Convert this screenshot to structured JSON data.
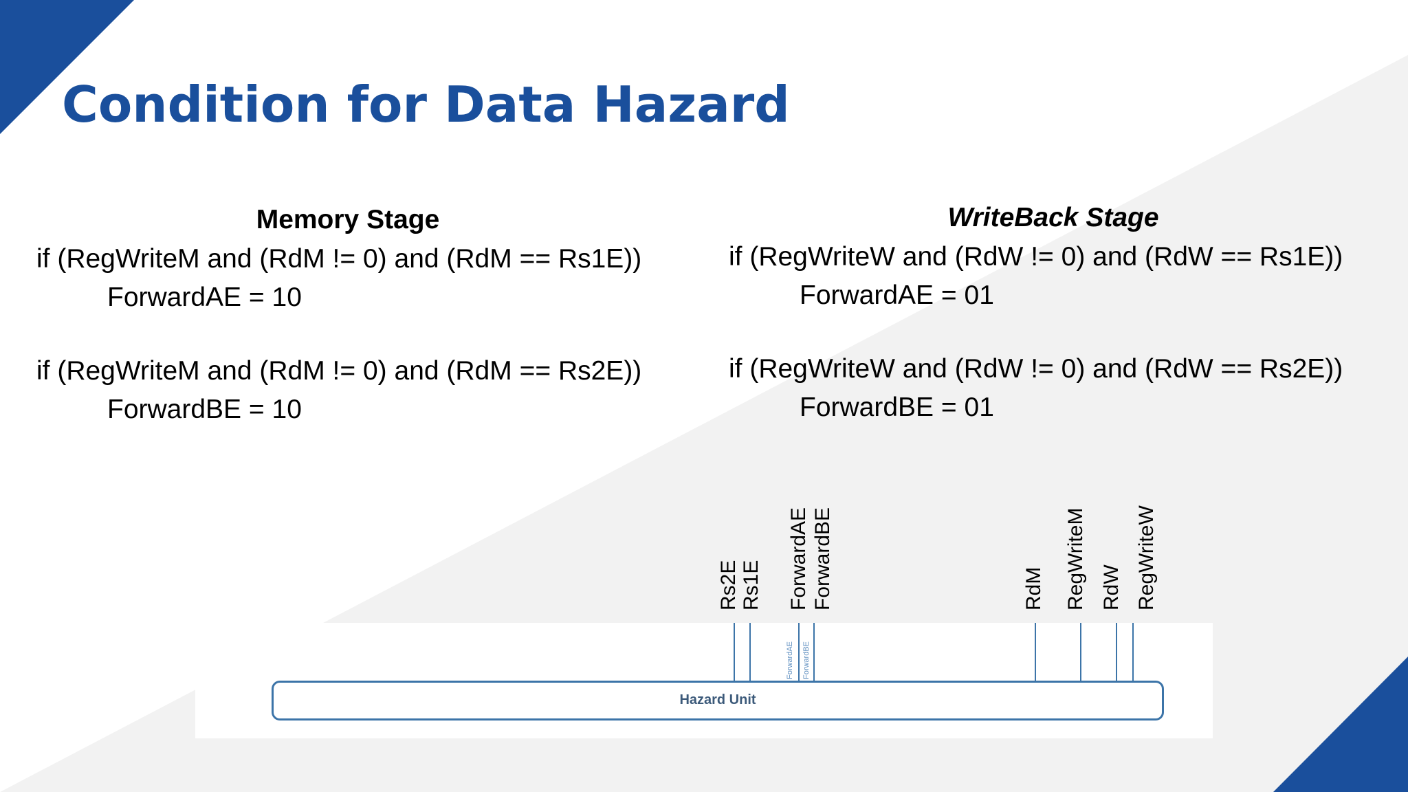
{
  "slide": {
    "title": "Condition for Data Hazard",
    "accent_color": "#1a4f9c",
    "memory": {
      "heading": "Memory Stage",
      "if1": "if (RegWriteM and (RdM != 0) and (RdM == Rs1E))",
      "assign1": "ForwardAE = 10",
      "if2": "if (RegWriteM and (RdM != 0) and (RdM == Rs2E))",
      "assign2": "ForwardBE = 10"
    },
    "writeback": {
      "heading": "WriteBack Stage",
      "if1": "if (RegWriteW and (RdW != 0) and (RdW == Rs1E))",
      "assign1": "ForwardAE = 01",
      "if2": "if (RegWriteW and (RdW != 0) and (RdW == Rs2E))",
      "assign2": "ForwardBE = 01"
    }
  },
  "diagram": {
    "unit_label": "Hazard Unit",
    "signals": {
      "rs2e": "Rs2E",
      "rs1e": "Rs1E",
      "forwardae": "ForwardAE",
      "forwardbe": "ForwardBE",
      "rdm": "RdM",
      "regwritem": "RegWriteM",
      "rdw": "RdW",
      "regwritew": "RegWriteW"
    },
    "small_labels": {
      "forwardae": "ForwardAE",
      "forwardbe": "ForwardBE"
    }
  }
}
